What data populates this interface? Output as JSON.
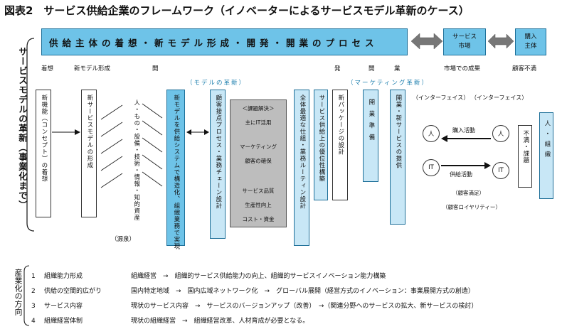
{
  "title": "図表2　サービス供給企業のフレームワーク（イノベーターによるサービスモデル革新のケース）",
  "banner": "供給主体の着想・新モデル形成・開発・開業のプロセス",
  "market_box": [
    "サービス",
    "市場"
  ],
  "buyer_box": [
    "購入",
    "主体"
  ],
  "left_title": "サービスモデルの革新（事業化まで）",
  "stage_labels": {
    "s1": "着想",
    "s2": "新モデル形成",
    "s3": "開",
    "s4": "発",
    "s5": "開",
    "s6": "業",
    "s7": "市場での成果",
    "s8": "顧客不満"
  },
  "section_labels": {
    "model_innovation": "（モデルの革新）",
    "marketing_innovation": "（マーケティング革新）"
  },
  "boxes": {
    "new_function": "新機能（コンセプト）の着想",
    "new_service_model": "新サービスモデルの形成",
    "resources": "人・もの・設備・技術・情報・知的資産",
    "resources_caption": "（源泉）",
    "system_build": "新モデルを供給システムで構造化、組織業務で実現",
    "customer_contact": "顧客接点プロセス・業務チェーン設計",
    "whole_optimization": "全体最適な仕組・業務ルーティン設計",
    "service_advantage": "サービス供給上の優位性構築",
    "package_design": "新パッケージの設計",
    "opening_prep": "開業準備",
    "service_provision": "開業・新サービスの提供",
    "dissatisfaction": "不満・課題",
    "people_org": "人・組織"
  },
  "issues": {
    "header": "＜課題解決＞",
    "items": [
      "主にIT活用",
      "マーケティング",
      "顧客の確保",
      "サービス品質",
      "生産性向上",
      "コスト・資金"
    ]
  },
  "interface": {
    "label1": "（インターフェイス）",
    "label2": "（インターフェイス）",
    "person": "人",
    "it": "IT",
    "purchase": "購入活動",
    "supply": "供給活動",
    "satisfaction": "（顧客満足）",
    "loyalty": "（顧客ロイヤリティー）"
  },
  "direction_label": "産業化の方向",
  "bottom_rows": [
    {
      "num": "1",
      "head": "組織能力形成",
      "text": "組織経営　→　組織的サービス供給能力の向上、組織的サービスイノベーション能力構築"
    },
    {
      "num": "2",
      "head": "供給の空間的広がり",
      "text": "国内特定地域　→　国内広域ネットワーク化　→　グローバル展開（経営方式のイノベーション：事業展開方式の創造）"
    },
    {
      "num": "3",
      "head": "サービス内容",
      "text": "現状のサービス内容　→　サービスのバージョンアップ（改善）　→（関連分野へのサービスの拡大、新サービスの検討）"
    },
    {
      "num": "4",
      "head": "組織経営体制",
      "text": "現状の組織経営　→　組織経営改革、人材育成が必要となる。"
    }
  ]
}
